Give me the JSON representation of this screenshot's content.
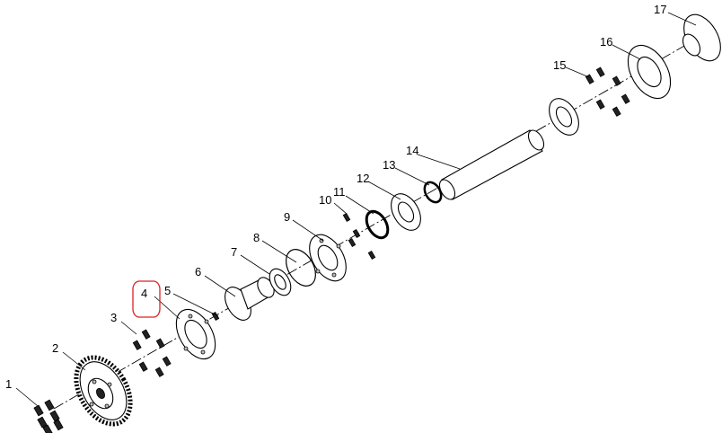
{
  "callouts": [
    {
      "number": "1"
    },
    {
      "number": "2"
    },
    {
      "number": "3"
    },
    {
      "number": "4",
      "highlighted": true
    },
    {
      "number": "5"
    },
    {
      "number": "6"
    },
    {
      "number": "7"
    },
    {
      "number": "8"
    },
    {
      "number": "9"
    },
    {
      "number": "10"
    },
    {
      "number": "11"
    },
    {
      "number": "12"
    },
    {
      "number": "13"
    },
    {
      "number": "14"
    },
    {
      "number": "15"
    },
    {
      "number": "16"
    },
    {
      "number": "17"
    }
  ],
  "highlight_color": "#e02020"
}
